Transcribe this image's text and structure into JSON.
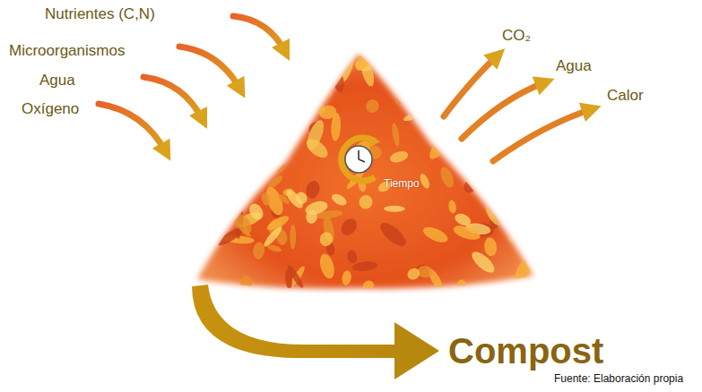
{
  "diagram": {
    "nodes": [
      {
        "text": [
          "Tiempo"
        ]
      }
    ],
    "labels": [
      "Nutrientes (C,N)",
      "Microorganismos",
      "Agua",
      "Oxígeno",
      "CO₂",
      "Agua",
      "Calor",
      "Compost",
      "Fuente: Elaboración propia"
    ]
  }
}
